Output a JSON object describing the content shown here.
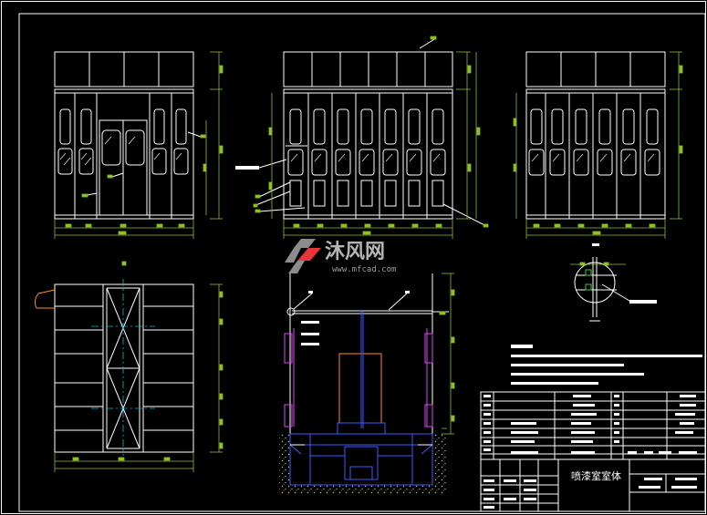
{
  "watermark": {
    "logo_text": "沐风网",
    "url": "www.mfcad.com",
    "colors": {
      "red": "#e8343a",
      "gray": "#8c8c8c"
    }
  },
  "title_block": {
    "drawing_title": "喷漆室室体"
  },
  "colors": {
    "background": "#000000",
    "lines": "#ffffff",
    "dimension": "#8fbf2a",
    "center": "#00bcd4",
    "blue": "#3a5cff",
    "magenta": "#e040fb",
    "orange": "#ff8c1a",
    "green": "#3fc43f"
  }
}
